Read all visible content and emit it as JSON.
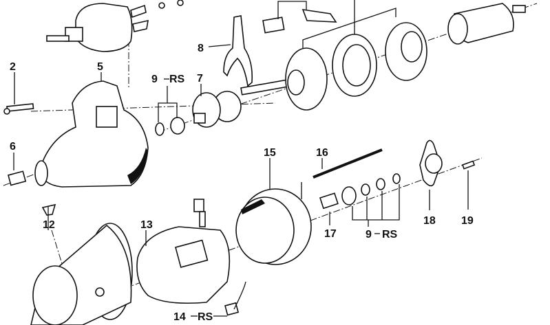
{
  "diagram": {
    "type": "exploded-parts-diagram",
    "callouts": [
      {
        "id": "2",
        "text": "2"
      },
      {
        "id": "5",
        "text": "5"
      },
      {
        "id": "6",
        "text": "6"
      },
      {
        "id": "7",
        "text": "7"
      },
      {
        "id": "8",
        "text": "8"
      },
      {
        "id": "9a",
        "text": "9",
        "suffix": "RS"
      },
      {
        "id": "12",
        "text": "12"
      },
      {
        "id": "13",
        "text": "13"
      },
      {
        "id": "14",
        "text": "14",
        "suffix": "RS"
      },
      {
        "id": "15",
        "text": "15"
      },
      {
        "id": "16",
        "text": "16"
      },
      {
        "id": "17",
        "text": "17"
      },
      {
        "id": "9b",
        "text": "9",
        "suffix": "RS"
      },
      {
        "id": "18",
        "text": "18"
      },
      {
        "id": "19",
        "text": "19"
      }
    ],
    "separator": "–"
  }
}
